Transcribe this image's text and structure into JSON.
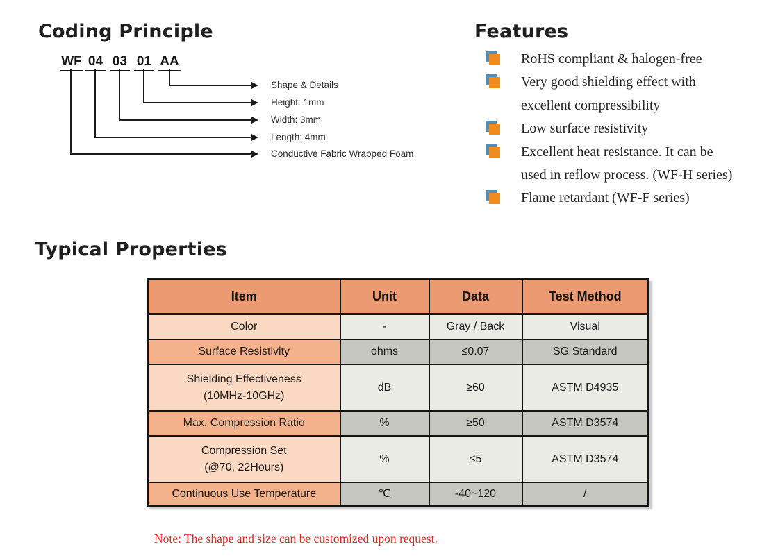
{
  "coding": {
    "title": "Coding Principle",
    "code_segments": [
      "WF",
      "04",
      "03",
      "01",
      "AA"
    ],
    "labels": [
      "Shape & Details",
      "Height: 1mm",
      "Width: 3mm",
      "Length: 4mm",
      "Conductive Fabric Wrapped Foam"
    ]
  },
  "features": {
    "title": "Features",
    "items": [
      {
        "lines": [
          "RoHS compliant & halogen-free"
        ]
      },
      {
        "lines": [
          "Very good shielding effect with",
          "excellent compressibility"
        ]
      },
      {
        "lines": [
          "Low surface resistivity"
        ]
      },
      {
        "lines": [
          "Excellent heat resistance. It can be",
          "used in reflow process. (WF-H series)"
        ]
      },
      {
        "lines": [
          "Flame retardant (WF-F series)"
        ]
      }
    ],
    "bullet_colors": {
      "orange": "#f28b1d",
      "blue": "#4a8fc0"
    }
  },
  "properties": {
    "title": "Typical Properties",
    "table": {
      "headers": [
        "Item",
        "Unit",
        "Data",
        "Test Method"
      ],
      "rows": [
        {
          "item": "Color",
          "unit": "-",
          "data": "Gray / Back",
          "test_method": "Visual"
        },
        {
          "item": "Surface Resistivity",
          "unit": "ohms",
          "data": "≤0.07",
          "test_method": "SG Standard"
        },
        {
          "item": "Shielding Effectiveness\n(10MHz-10GHz)",
          "unit": "dB",
          "data": "≥60",
          "test_method": "ASTM D4935"
        },
        {
          "item": "Max. Compression Ratio",
          "unit": "%",
          "data": "≥50",
          "test_method": "ASTM D3574"
        },
        {
          "item": "Compression Set\n(@70, 22Hours)",
          "unit": "%",
          "data": "≤5",
          "test_method": "ASTM D3574"
        },
        {
          "item": "Continuous Use Temperature",
          "unit": "℃",
          "data": "-40~120",
          "test_method": "/"
        }
      ],
      "colors": {
        "header_bg": "#ec9a72",
        "item_row_light": "#fbd9c2",
        "item_row_dark": "#f4b28c",
        "value_cell_light": "#ebebe6",
        "value_cell_dark": "#c7c7c2"
      }
    }
  },
  "note": {
    "text": "Note: The shape and size can be customized upon request.",
    "color": "#e8251f"
  }
}
